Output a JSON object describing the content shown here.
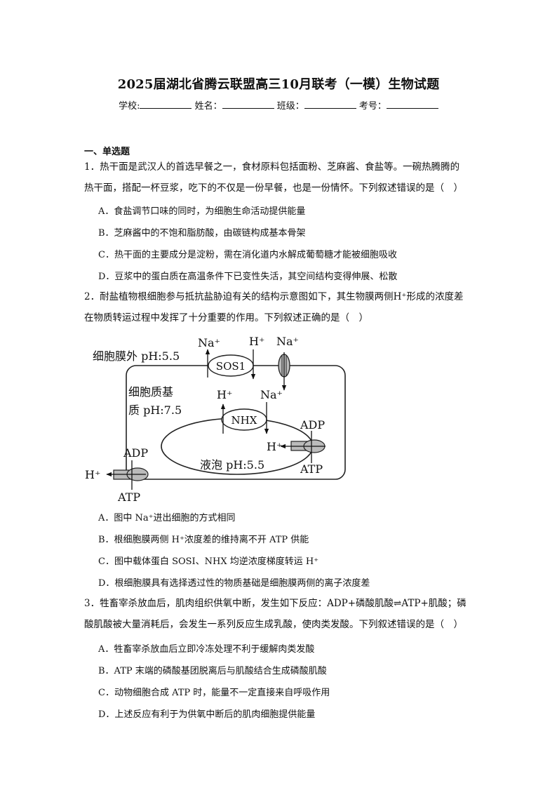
{
  "header": {
    "title": "2025届湖北省腾云联盟高三10月联考（一模）生物试题",
    "fields": [
      {
        "label": "学校:"
      },
      {
        "label": "姓名："
      },
      {
        "label": "班级："
      },
      {
        "label": "考号："
      }
    ]
  },
  "section_title": "一、单选题",
  "questions": [
    {
      "lines": [
        "1．热干面是武汉人的首选早餐之一，食材原料包括面粉、芝麻酱、食盐等。一碗热腾腾的",
        "热干面，搭配一杯豆浆，吃下的不仅是一份早餐，也是一份情怀。下列叙述错误的是（　）"
      ],
      "options": [
        "A．食盐调节口味的同时，为细胞生命活动提供能量",
        "B．芝麻酱中的不饱和脂肪酸，由碳链构成基本骨架",
        "C．热干面的主要成分是淀粉，需在消化道内水解成葡萄糖才能被细胞吸收",
        "D．豆浆中的蛋白质在高温条件下已变性失活，其空间结构变得伸展、松散"
      ]
    },
    {
      "lines": [
        "2．耐盐植物根细胞参与抵抗盐胁迫有关的结构示意图如下，其生物膜两侧H⁺形成的浓度差",
        "在物质转运过程中发挥了十分重要的作用。下列叙述正确的是（　）"
      ],
      "options": [
        "A．图中 Na⁺进出细胞的方式相同",
        "B．根细胞膜两侧 H⁺浓度差的维持离不开 ATP 供能",
        "C．图中载体蛋白 SOSI、NHX 均逆浓度梯度转运 H⁺",
        "D．根细胞膜具有选择透过性的物质基础是细胞膜两侧的离子浓度差"
      ]
    },
    {
      "lines": [
        "3．牲畜宰杀放血后，肌肉组织供氧中断，发生如下反应：ADP+磷酸肌酸⇌ATP+肌酸；磷",
        "酸肌酸被大量消耗后，会发生一系列反应生成乳酸，使肉类发酸。下列叙述错误的是（　）"
      ],
      "options": [
        "A．牲畜宰杀放血后立即冷冻处理不利于缓解肉类发酸",
        "B．ATP 末端的磷酸基团脱离后与肌酸结合生成磷酸肌酸",
        "C．动物细胞合成 ATP 时，能量不一定直接来自呼吸作用",
        "D．上述反应有利于为供氧中断后的肌肉细胞提供能量"
      ]
    }
  ],
  "diagram": {
    "outside_label": "细胞膜外 pH:5.5",
    "cytoplasm_label_1": "细胞质基",
    "cytoplasm_label_2": "质 pH:7.5",
    "vacuole_label": "液泡 pH:5.5",
    "sos1": "SOS1",
    "nhx": "NHX",
    "na_top_1": "Na⁺",
    "h_top": "H⁺",
    "na_top_2": "Na⁺",
    "h_inner": "H⁺",
    "na_inner": "Na⁺",
    "adp_right": "ADP",
    "h_right": "H⁺",
    "atp_right": "ATP",
    "adp_left": "ADP",
    "h_left": "H⁺",
    "atp_left": "ATP"
  }
}
